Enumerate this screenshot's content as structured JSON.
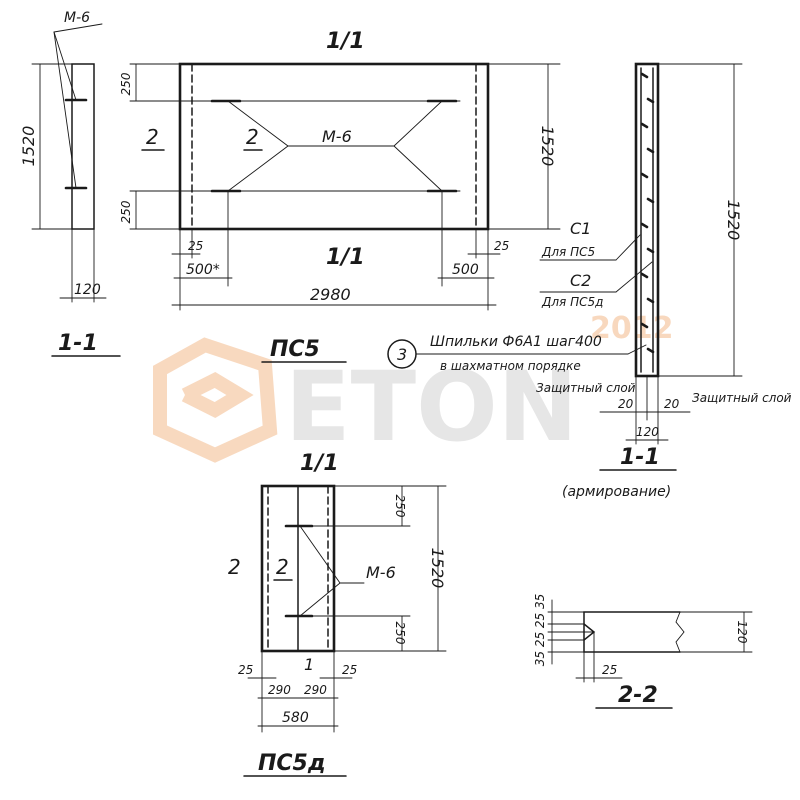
{
  "watermark": {
    "brand": "ETON",
    "brand_accent": "2012",
    "accent_color": "#f3b98a",
    "text_color": "#c8c8c8"
  },
  "side_view": {
    "mark_label": "М-6",
    "height_dim": "1520",
    "width_dim": "120",
    "title": "1-1"
  },
  "ps5": {
    "title": "ПС5",
    "section_top": "1/1",
    "section_bottom": "1/1",
    "side_label_left": "2",
    "side_label_inner": "2",
    "mark_label": "М-6",
    "dim_top": "250",
    "dim_bottom": "250",
    "dim_height": "1520",
    "dim_edge_left": "25",
    "dim_edge_right": "25",
    "dim_inset_left": "500*",
    "dim_inset_right": "500",
    "dim_length": "2980"
  },
  "reinforcement": {
    "mark_c1": "С1",
    "for_c1": "Для ПС5",
    "mark_c2": "С2",
    "for_c2": "Для ПС5д",
    "callout_number": "3",
    "callout_line1": "Шпильки Ф6А1 шаг400",
    "callout_line2": "в шахматном порядке",
    "protective_left": "Защитный слой",
    "protective_right": "Защитный слой",
    "cover_left": "20",
    "cover_right": "20",
    "width_dim": "120",
    "height_dim": "1520",
    "section_title": "1-1",
    "caption": "(армирование)"
  },
  "ps5d": {
    "title": "ПС5д",
    "section_top": "1/1",
    "section_bottom": "1",
    "side_label_left": "2",
    "side_label_inner": "2",
    "mark_label": "М-6",
    "dim_top": "250",
    "dim_bottom": "250",
    "dim_height": "1520",
    "dim_edge_left": "25",
    "dim_edge_right": "25",
    "dim_half_left": "290",
    "dim_half_right": "290",
    "dim_width": "580"
  },
  "section_22": {
    "title": "2-2",
    "stack_dims": "35 25 25 35",
    "bottom_dim": "25",
    "height_dim": "120"
  }
}
